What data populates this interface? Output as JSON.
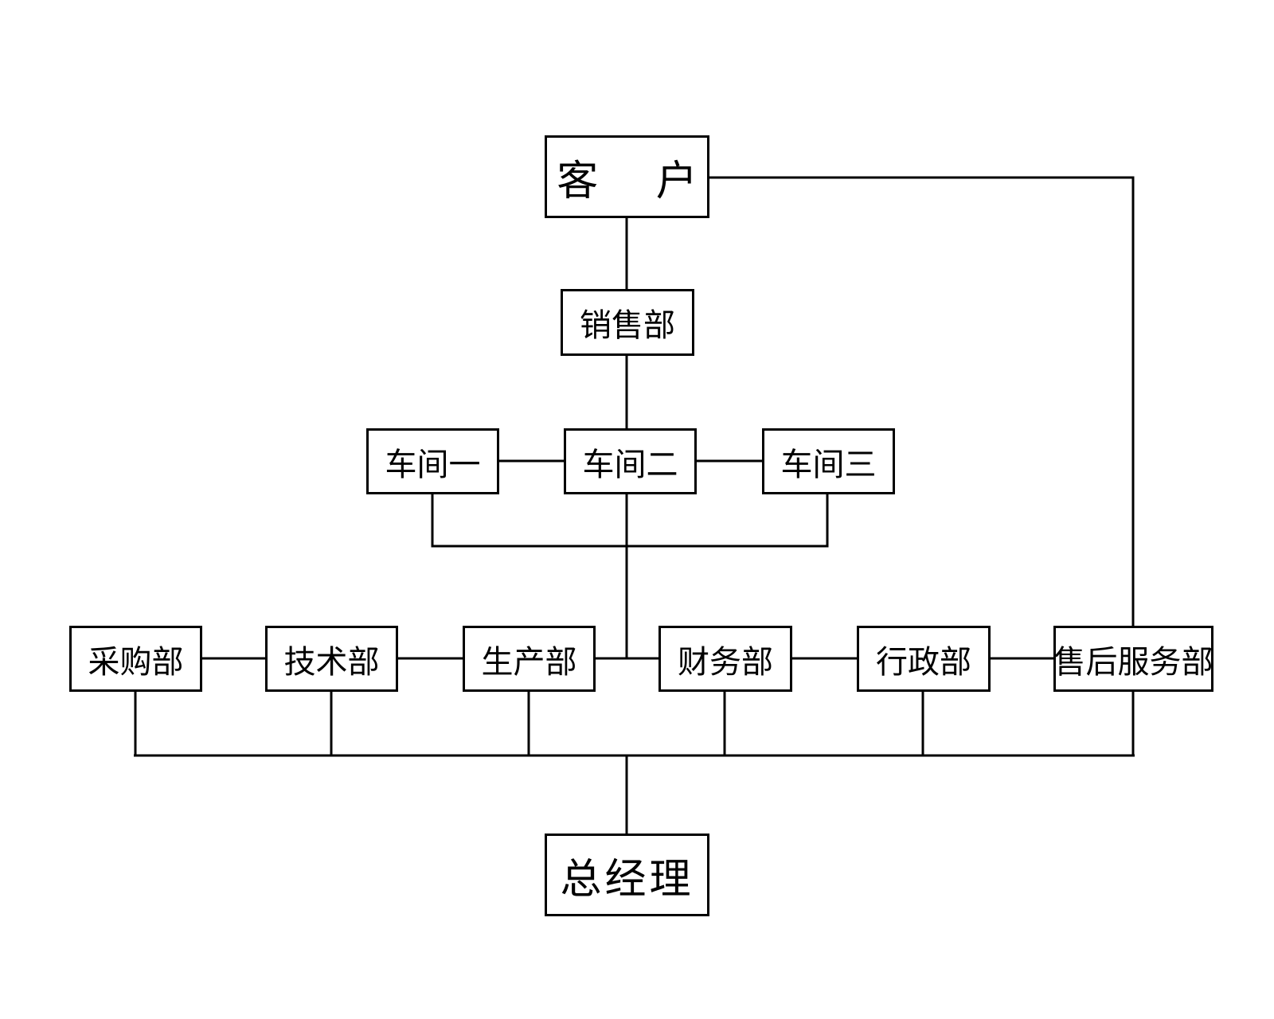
{
  "diagram": {
    "type": "organization-flow",
    "line_color": "#000000",
    "nodes": {
      "customer": "客 户",
      "sales": "销售部",
      "workshop1": "车间一",
      "workshop2": "车间二",
      "workshop3": "车间三",
      "purchasing": "采购部",
      "technology": "技术部",
      "production": "生产部",
      "finance": "财务部",
      "administration": "行政部",
      "after_sales": "售后服务部",
      "general_manager": "总经理"
    }
  }
}
